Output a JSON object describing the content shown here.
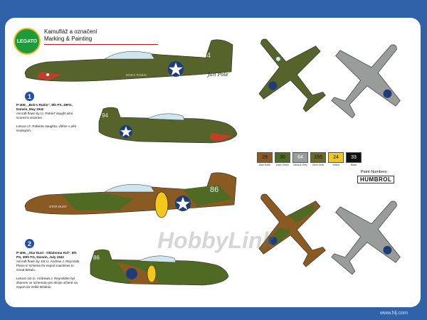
{
  "header": {
    "title_cs": "Kamufláž a označení",
    "title_en": "Marking & Painting",
    "logo_text": "LEGATO"
  },
  "schemes": [
    {
      "number": "1",
      "title": "P-40E, „Bob's Robin\", 9th PS, 49FG, Darwin, May 1942",
      "text_en": "Aircraft flown by Lt. Robert Vaught who scored 5 victories",
      "text_cs": "Letoun LT. Roberta Vaughta, vítěze v pěti soubojích.",
      "code": "94",
      "nose_art": "BOB'S ROBIN"
    },
    {
      "number": "2",
      "title": "P-40E, „Star Dust - Oklahoma Kid\", 9th PS, 49th FG, Darwin, July 1942",
      "text_en": "Aircraft flown by 1st Lt. Andrew J. Reynolds. Plane in schema for export machines to Great Britain.",
      "text_cs": "Letoun 1st Lt. Andrewa J. Reynoldse byl zbarven ve schematu pro stroje určené na export do Velké Británie.",
      "code": "86",
      "nose_art": "STAR DUST"
    }
  ],
  "signature": "Jan Pole",
  "paints": [
    {
      "code": "29",
      "name": "Dark Earth",
      "color": "#8a5a23"
    },
    {
      "code": "30",
      "name": "Dark Green",
      "color": "#4f6b23"
    },
    {
      "code": "64",
      "name": "Neutral Grey",
      "color": "#9a9c9b"
    },
    {
      "code": "155",
      "name": "Olive Drab",
      "color": "#6a6a2b"
    },
    {
      "code": "24",
      "name": "Yellow",
      "color": "#f2c91b"
    },
    {
      "code": "33",
      "name": "Black",
      "color": "#111111"
    }
  ],
  "paint_numbers_label": "Paint Numbers:",
  "humbrol": "HUMBROL",
  "watermark": "HobbyLink",
  "url": "www.hlj.com",
  "colors": {
    "background": "#2f62a8",
    "olive": "#56632a",
    "earth": "#8a5a23",
    "green": "#4f6b23",
    "grey": "#9a9c9b"
  }
}
